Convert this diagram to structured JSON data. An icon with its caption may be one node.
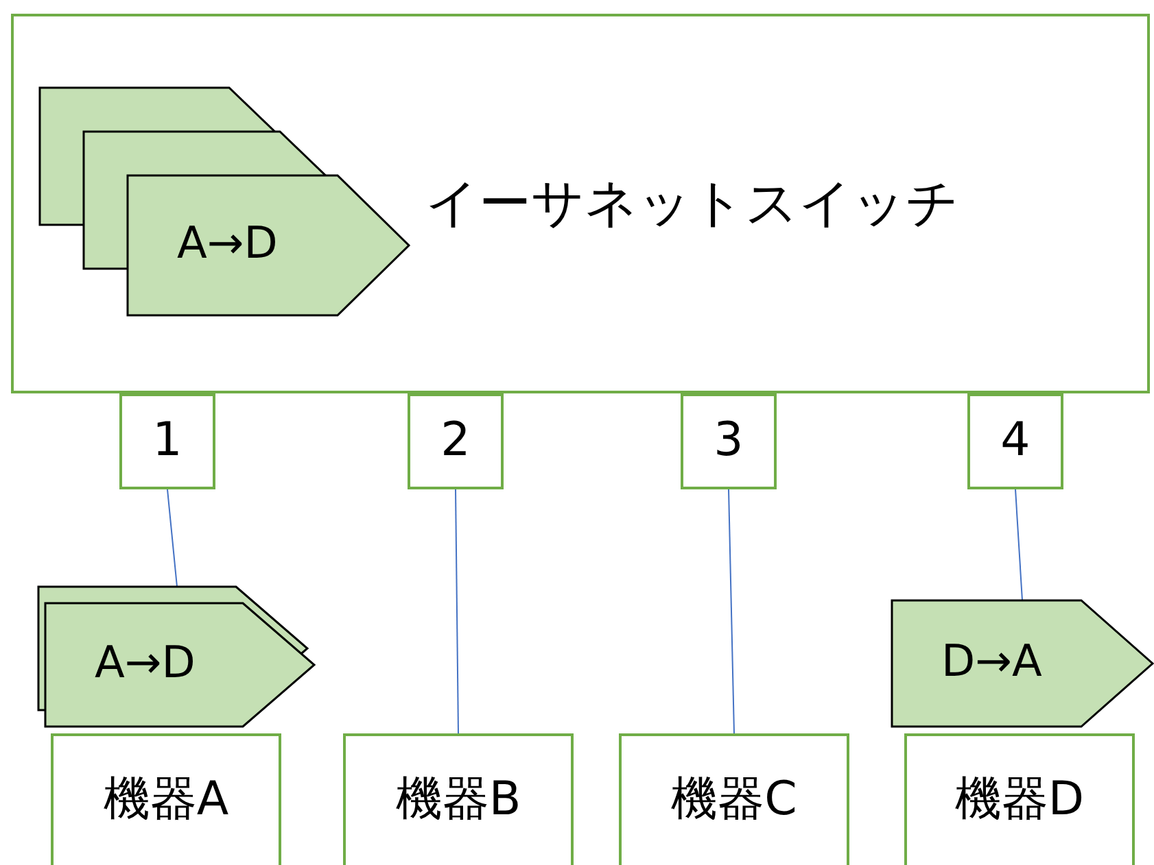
{
  "diagram": {
    "nodes": [
      {
        "text": [
          "イーサネットスイッチ"
        ]
      },
      {
        "text": [
          "A→D"
        ],
        "in": 0
      },
      {
        "text": [
          "1"
        ]
      },
      {
        "text": [
          "2"
        ]
      },
      {
        "text": [
          "3"
        ]
      },
      {
        "text": [
          "4"
        ]
      },
      {
        "text": [
          "A→D"
        ]
      },
      {
        "text": [
          "D→A"
        ]
      },
      {
        "text": [
          "機器A"
        ]
      },
      {
        "text": [
          "機器B"
        ]
      },
      {
        "text": [
          "機器C"
        ]
      },
      {
        "text": [
          "機器D"
        ]
      }
    ],
    "edges": [
      {
        "from": 2,
        "to": 6,
        "arrow": "none"
      },
      {
        "from": 3,
        "to": 9,
        "arrow": "none"
      },
      {
        "from": 4,
        "to": 10,
        "arrow": "none"
      },
      {
        "from": 5,
        "to": 7,
        "arrow": "none"
      }
    ]
  }
}
